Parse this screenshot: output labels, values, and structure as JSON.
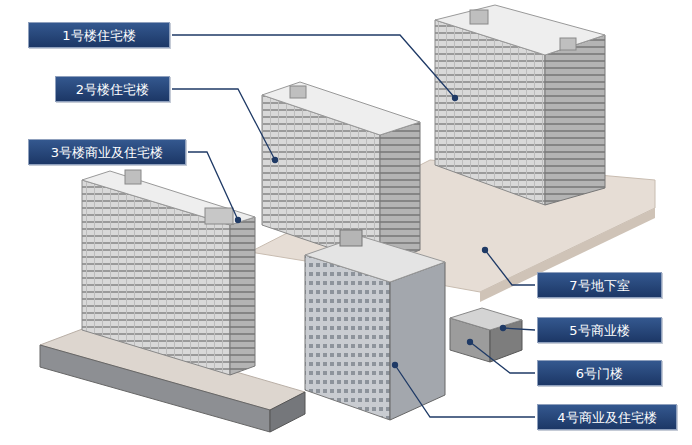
{
  "diagram": {
    "nodes": [
      {
        "text": [
          "1号楼住宅楼"
        ]
      },
      {
        "text": [
          "2号楼住宅楼"
        ]
      },
      {
        "text": [
          "3号楼商业及住宅楼"
        ]
      },
      {
        "text": [
          "7号地下室"
        ]
      },
      {
        "text": [
          "5号商业楼"
        ]
      },
      {
        "text": [
          "6号门楼"
        ]
      },
      {
        "text": [
          "4号商业及住宅楼"
        ]
      }
    ]
  }
}
